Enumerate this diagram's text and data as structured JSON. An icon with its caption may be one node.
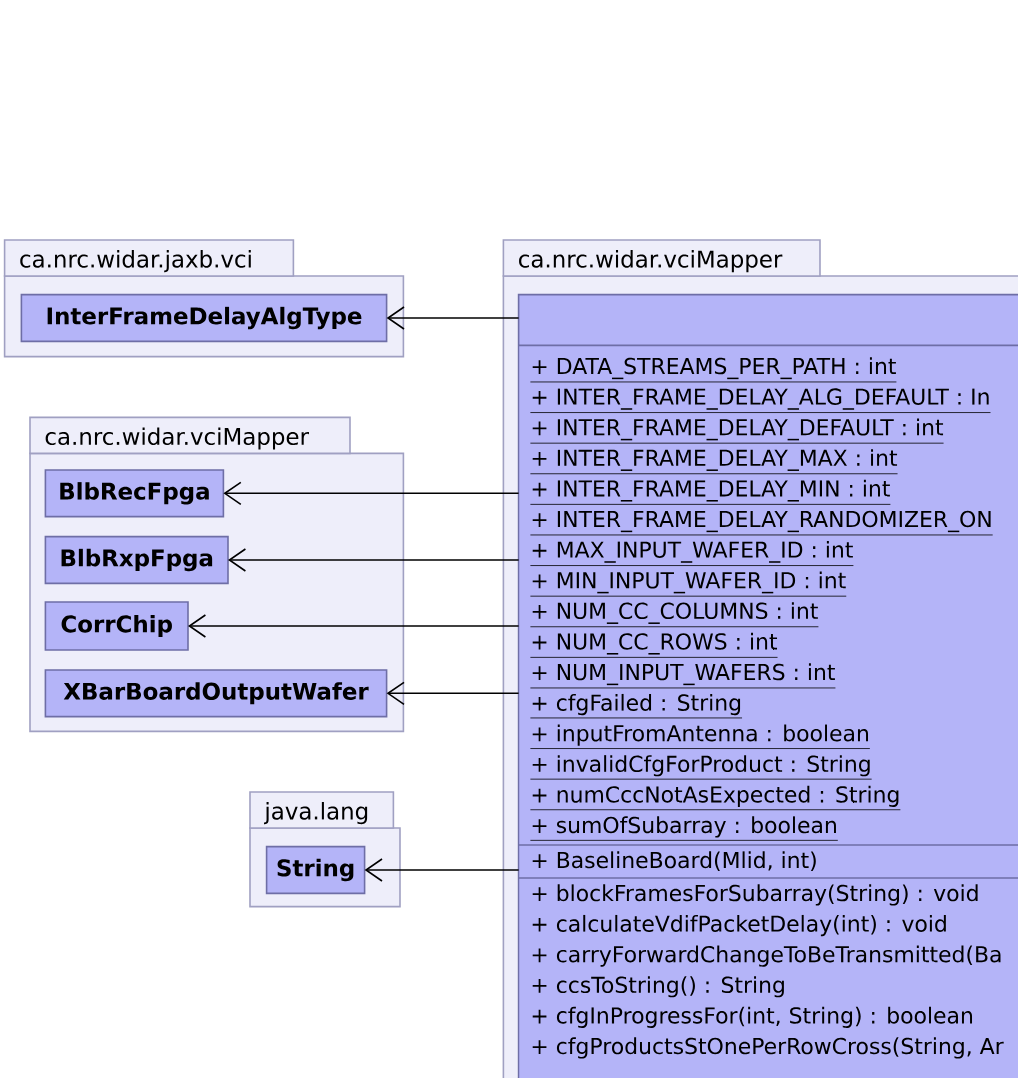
{
  "diagram": {
    "nodes": [
      {
        "text": [
          "ca.nrc.widar.jaxb.vci"
        ]
      },
      {
        "text": [
          "InterFrameDelayAlgType"
        ],
        "in": 0
      },
      {
        "text": [
          "ca.nrc.widar.vciMapper"
        ]
      },
      {
        "text": [
          "BlbRecFpga"
        ],
        "in": 2
      },
      {
        "text": [
          "BlbRxpFpga"
        ],
        "in": 2
      },
      {
        "text": [
          "CorrChip"
        ],
        "in": 2
      },
      {
        "text": [
          "XBarBoardOutputWafer"
        ],
        "in": 2
      },
      {
        "text": [
          "java.lang"
        ]
      },
      {
        "text": [
          "String"
        ],
        "in": 7
      },
      {
        "text": [
          "ca.nrc.widar.vciMapper"
        ]
      },
      {
        "text": [],
        "shape": "box",
        "in": 9
      },
      {
        "text": [
          "+ DATA_STREAMS_PER_PATH : int",
          "+ INTER_FRAME_DELAY_ALG_DEFAULT : In",
          "+ INTER_FRAME_DELAY_DEFAULT : int",
          "+ INTER_FRAME_DELAY_MAX : int",
          "+ INTER_FRAME_DELAY_MIN : int",
          "+ INTER_FRAME_DELAY_RANDOMIZER_ON",
          "+ MAX_INPUT_WAFER_ID : int",
          "+ MIN_INPUT_WAFER_ID : int",
          "+ NUM_CC_COLUMNS : int",
          "+ NUM_CC_ROWS : int",
          "+ NUM_INPUT_WAFERS : int",
          "+ cfgFailed : String",
          "+ inputFromAntenna : boolean",
          "+ invalidCfgForProduct : String",
          "+ numCccNotAsExpected : String",
          "+ sumOfSubarray : boolean"
        ],
        "in": 10
      },
      {
        "text": [
          "+ BaselineBoard(Mlid, int)"
        ],
        "in": 10
      },
      {
        "text": [
          "+ blockFramesForSubarray(String) : void",
          "+ calculateVdifPacketDelay(int) : void",
          "+ carryForwardChangeToBeTransmitted(Ba",
          "+ ccsToString() : String",
          "+ cfgInProgressFor(int, String) : boolean",
          "+ cfgProductsStOnePerRowCross(String, Ar"
        ],
        "in": 10
      }
    ],
    "edges": [
      {
        "from": 10,
        "to": 1,
        "arrow": "to"
      },
      {
        "from": 10,
        "to": 3,
        "arrow": "to"
      },
      {
        "from": 10,
        "to": 4,
        "arrow": "to"
      },
      {
        "from": 10,
        "to": 5,
        "arrow": "to"
      },
      {
        "from": 10,
        "to": 6,
        "arrow": "to"
      },
      {
        "from": 10,
        "to": 8,
        "arrow": "to"
      }
    ]
  }
}
